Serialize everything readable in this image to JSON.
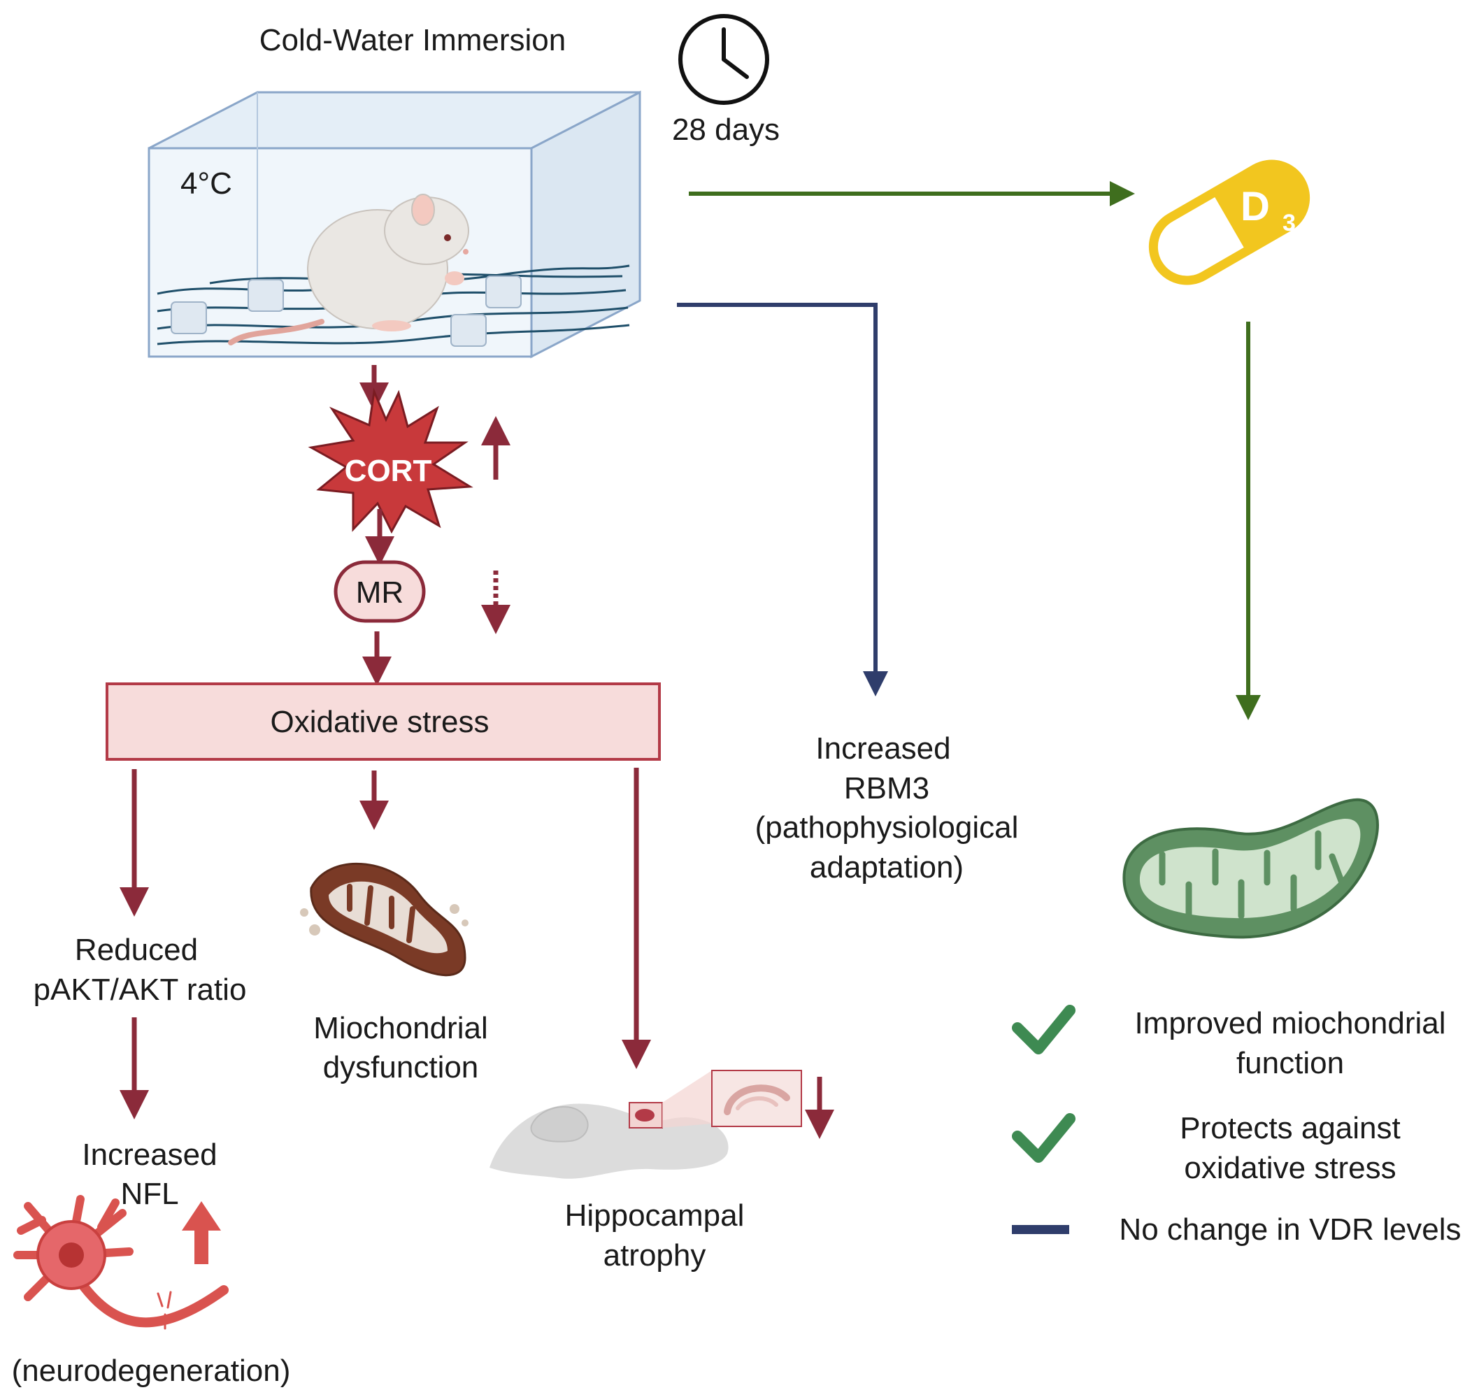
{
  "title": "Cold-Water Immersion",
  "temperature": "4°C",
  "duration": "28 days",
  "vitamin": {
    "letter": "D",
    "subscript": "3"
  },
  "cort_label": "CORT",
  "mr_label": "MR",
  "oxidative_stress": "Oxidative stress",
  "reduced_pakt": [
    "Reduced",
    "pAKT/AKT ratio"
  ],
  "increased_nfl": [
    "Increased",
    "NFL"
  ],
  "neurodegeneration": "(neurodegeneration)",
  "mito_dysfunction": [
    "Miochondrial",
    "dysfunction"
  ],
  "hippocampal_atrophy": [
    "Hippocampal",
    "atrophy"
  ],
  "increased_rbm3": [
    "Increased",
    "RBM3",
    "(pathophysiological",
    "adaptation)"
  ],
  "outcomes": {
    "improved_mito": [
      "Improved miochondrial",
      "function"
    ],
    "protects": [
      "Protects against",
      "oxidative stress"
    ],
    "no_change": "No change in VDR levels"
  },
  "colors": {
    "dark_red": "#8b2a3a",
    "cort_red": "#c8393b",
    "navy": "#2f3d6b",
    "green_arrow": "#3f6e1e",
    "check_green": "#3e8a52",
    "pill_yellow": "#f2c61f",
    "mito_green": "#5e9062",
    "box_fill": "#f7dcdb"
  },
  "icons": [
    "clock-icon",
    "vitamin-d3-pill-icon",
    "rat-in-tank-icon",
    "mitochondrion-icon",
    "neuron-icon",
    "brain-icon",
    "check-icon"
  ]
}
